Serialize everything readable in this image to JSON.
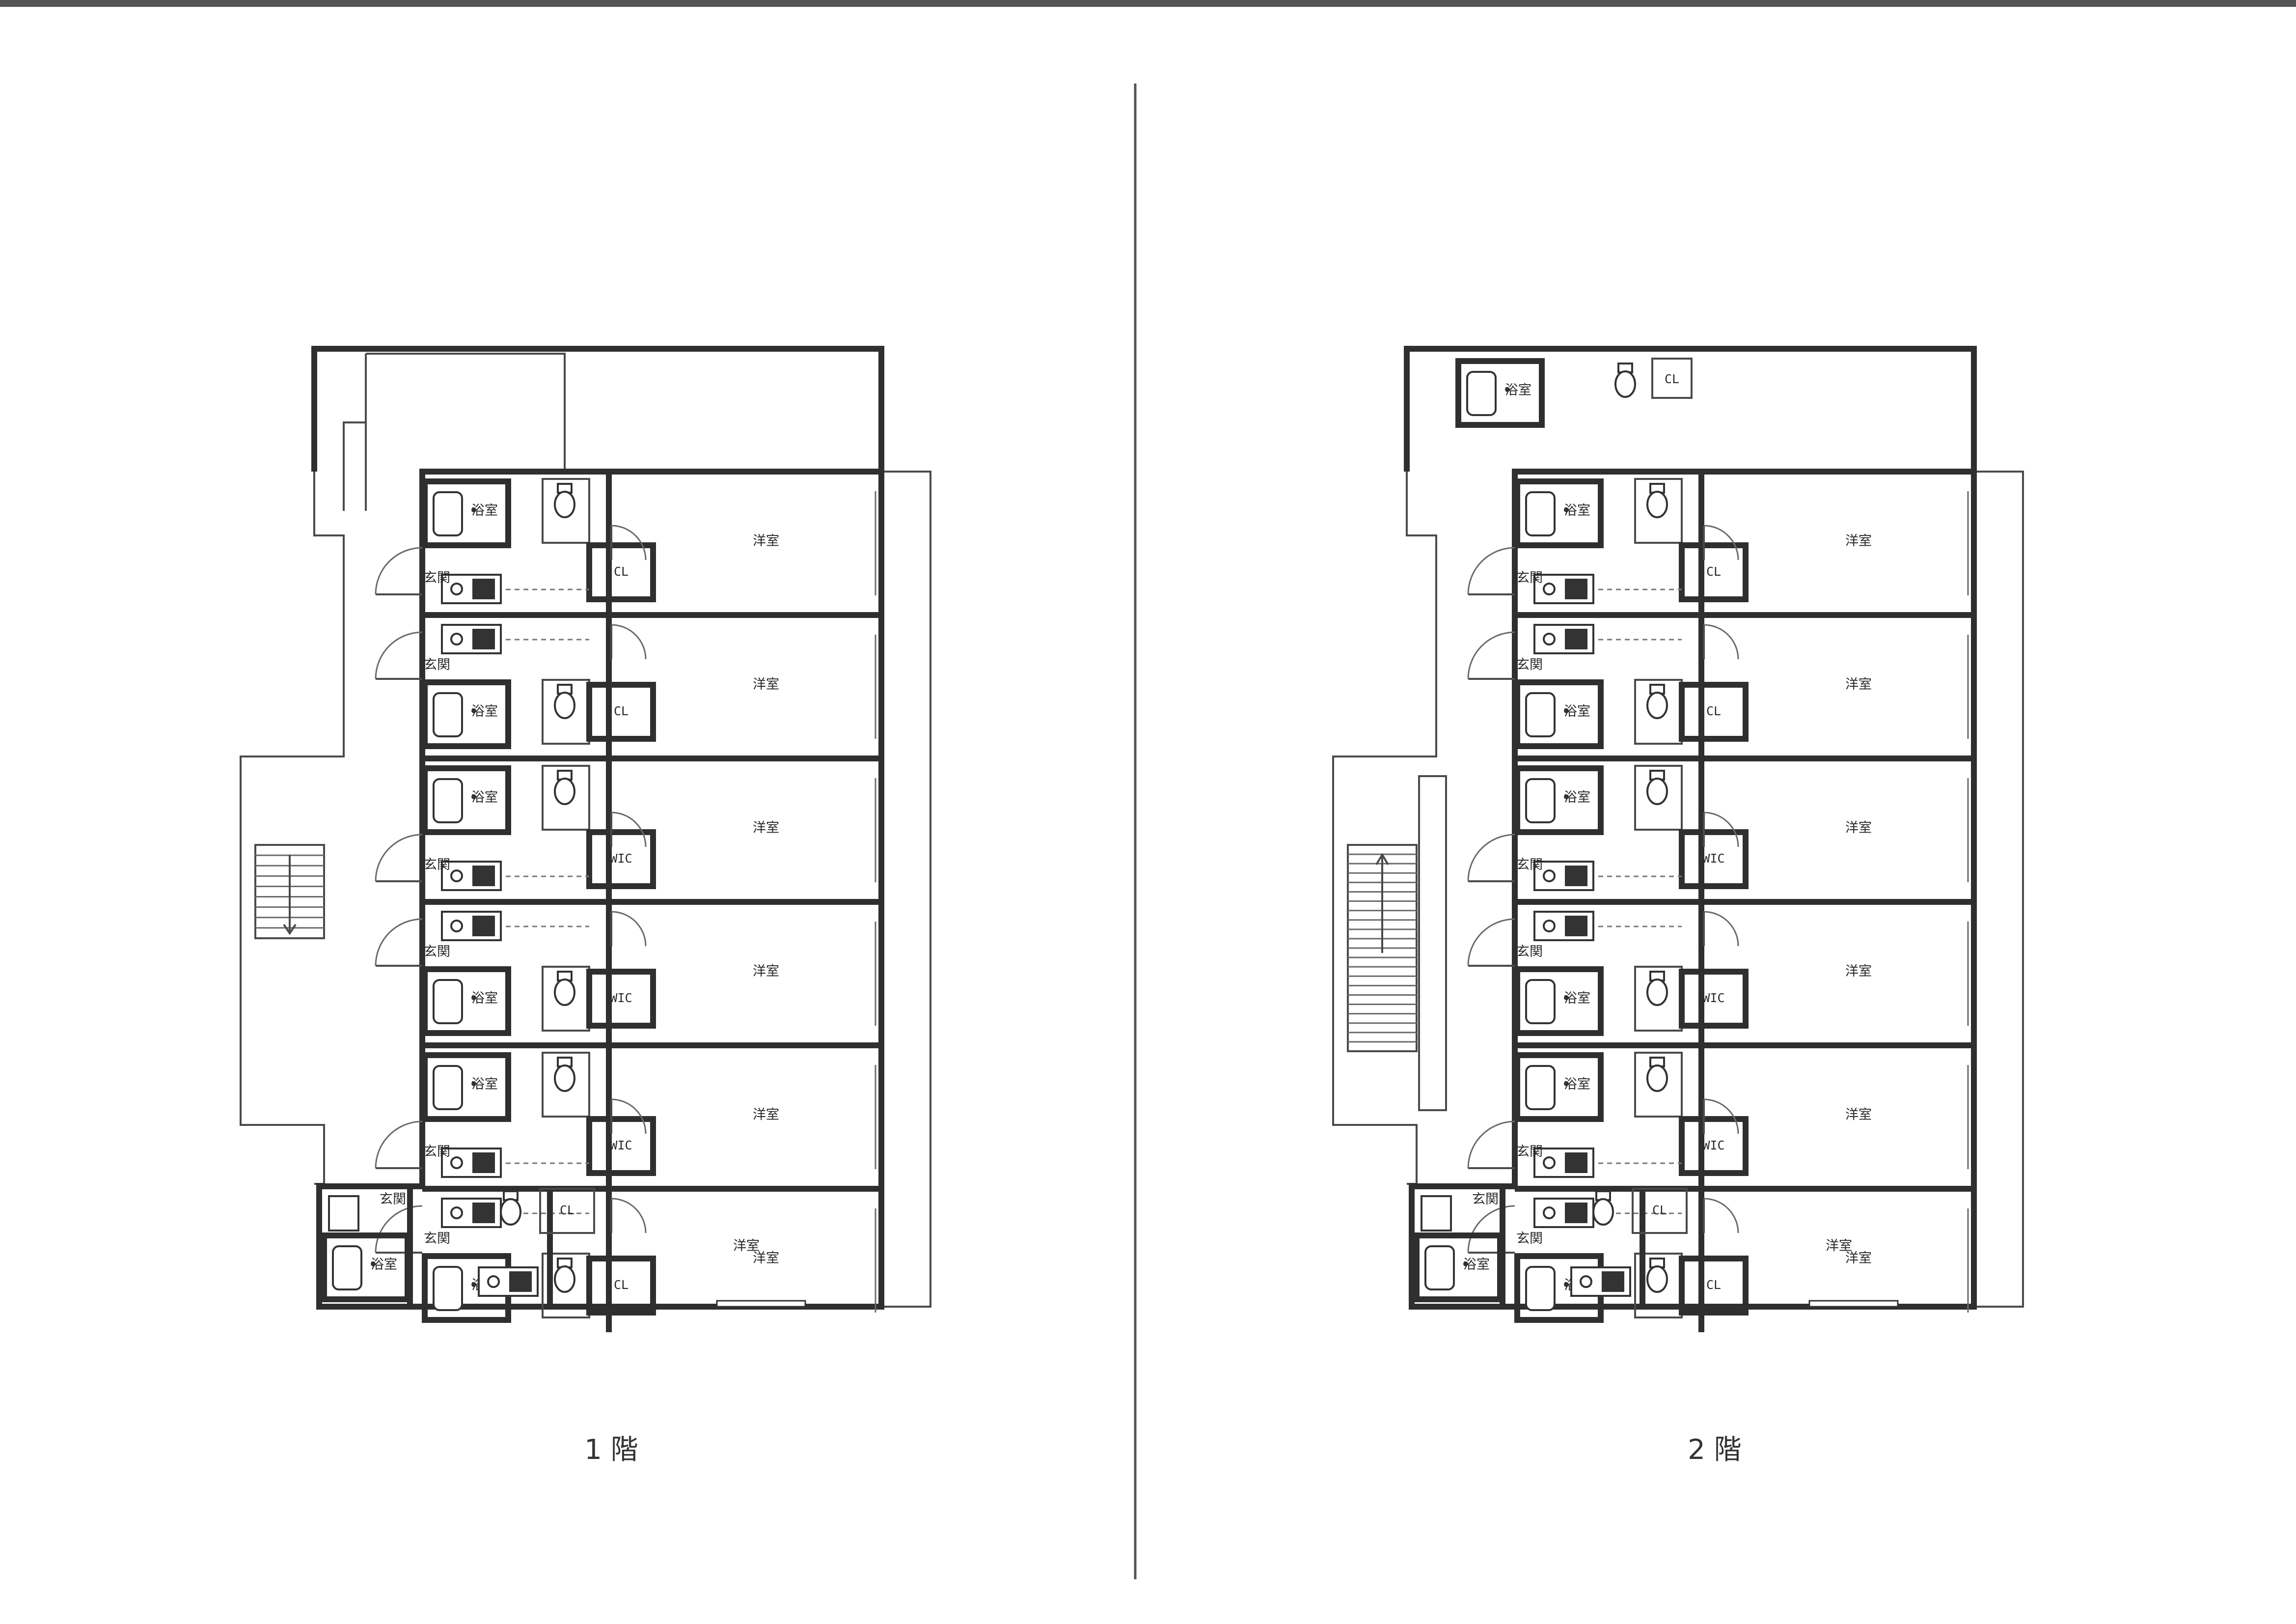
{
  "sheet": {
    "border_color": "#555555",
    "line_color": "#2f2f2f"
  },
  "labels": {
    "western_room": "洋室",
    "bath": "浴室",
    "entrance": "玄関",
    "closet": "CL",
    "walk_in_closet": "WIC"
  },
  "floors": [
    {
      "id": "floor-1",
      "caption": "1 階",
      "stair_arrow": "down"
    },
    {
      "id": "floor-2",
      "caption": "2 階",
      "stair_arrow": "up"
    }
  ]
}
